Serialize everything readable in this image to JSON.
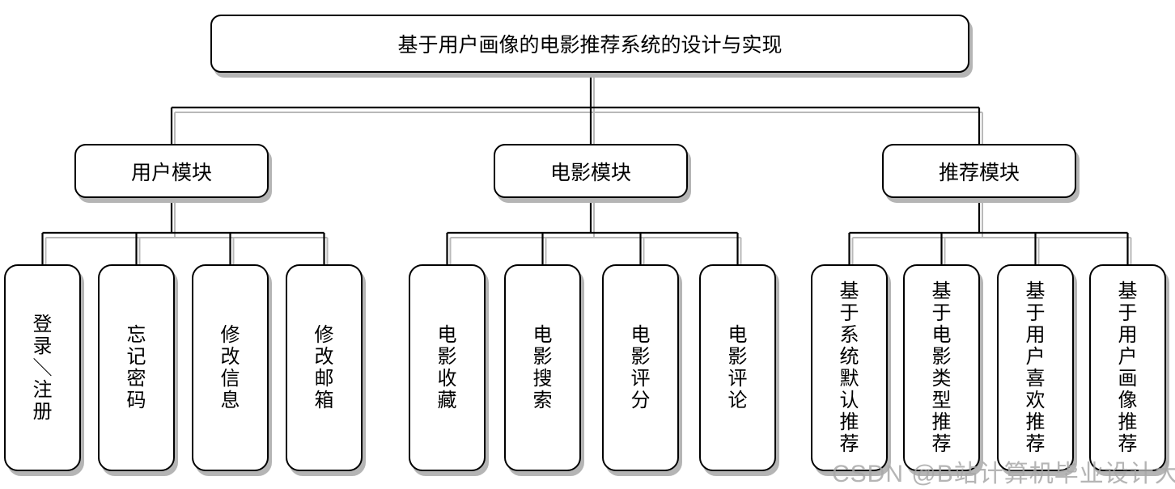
{
  "diagram": {
    "title": "基于用户画像的电影推荐系统的设计与实现",
    "modules": [
      {
        "label": "用户模块",
        "children": [
          "登录＼注册",
          "忘记密码",
          "修改信息",
          "修改邮箱"
        ]
      },
      {
        "label": "电影模块",
        "children": [
          "电影收藏",
          "电影搜索",
          "电影评分",
          "电影评论"
        ]
      },
      {
        "label": "推荐模块",
        "children": [
          "基于系统默认推荐",
          "基于电影类型推荐",
          "基于用户喜欢推荐",
          "基于用户画像推荐"
        ]
      }
    ],
    "watermark": "CSDN @B站计算机毕业设计大学",
    "colors": {
      "node_border": "#000000",
      "node_fill": "#ffffff",
      "shadow": "#b5b5b5",
      "connector": "#000000",
      "watermark": "#a8a8a8"
    }
  }
}
